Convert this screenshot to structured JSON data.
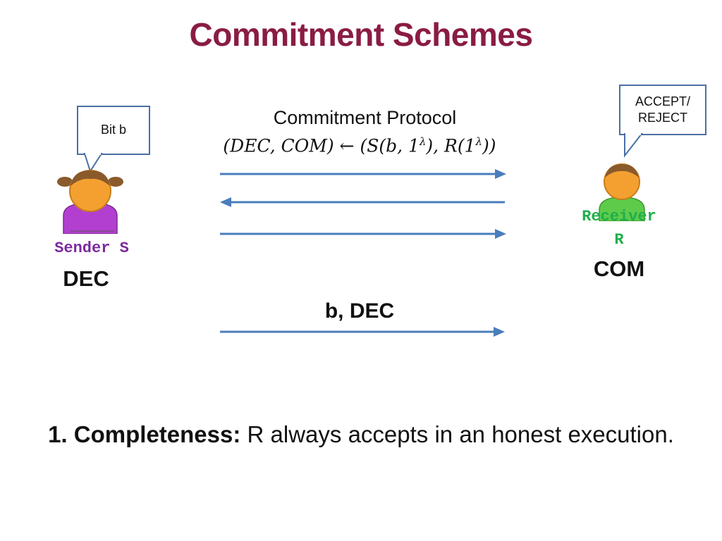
{
  "slide": {
    "title": "Commitment Schemes"
  },
  "sender": {
    "bubble_text": "Bit b",
    "name": "Sender S",
    "holds": "DEC",
    "color": "#7b2a9c"
  },
  "receiver": {
    "bubble_line1": "ACCEPT/",
    "bubble_line2": "REJECT",
    "name_line1": "Receiver",
    "name_line2": "R",
    "holds": "COM",
    "color": "#1fae4b"
  },
  "protocol": {
    "title": "Commitment Protocol",
    "formula": {
      "lhs": "(DEC, COM)",
      "arrow": "←",
      "open": "(S(b, 1",
      "exp1": "λ",
      "mid": "), R(1",
      "exp2": "λ",
      "close": "))"
    }
  },
  "decommit": {
    "label": "b, DEC"
  },
  "property": {
    "prefix": "1. Completeness:",
    "text": " R always accepts in an honest execution."
  },
  "colors": {
    "title": "#8a1c44",
    "arrow": "#4a7ebb",
    "bubble_border": "#4a6fa5",
    "face": "#f4a031"
  }
}
